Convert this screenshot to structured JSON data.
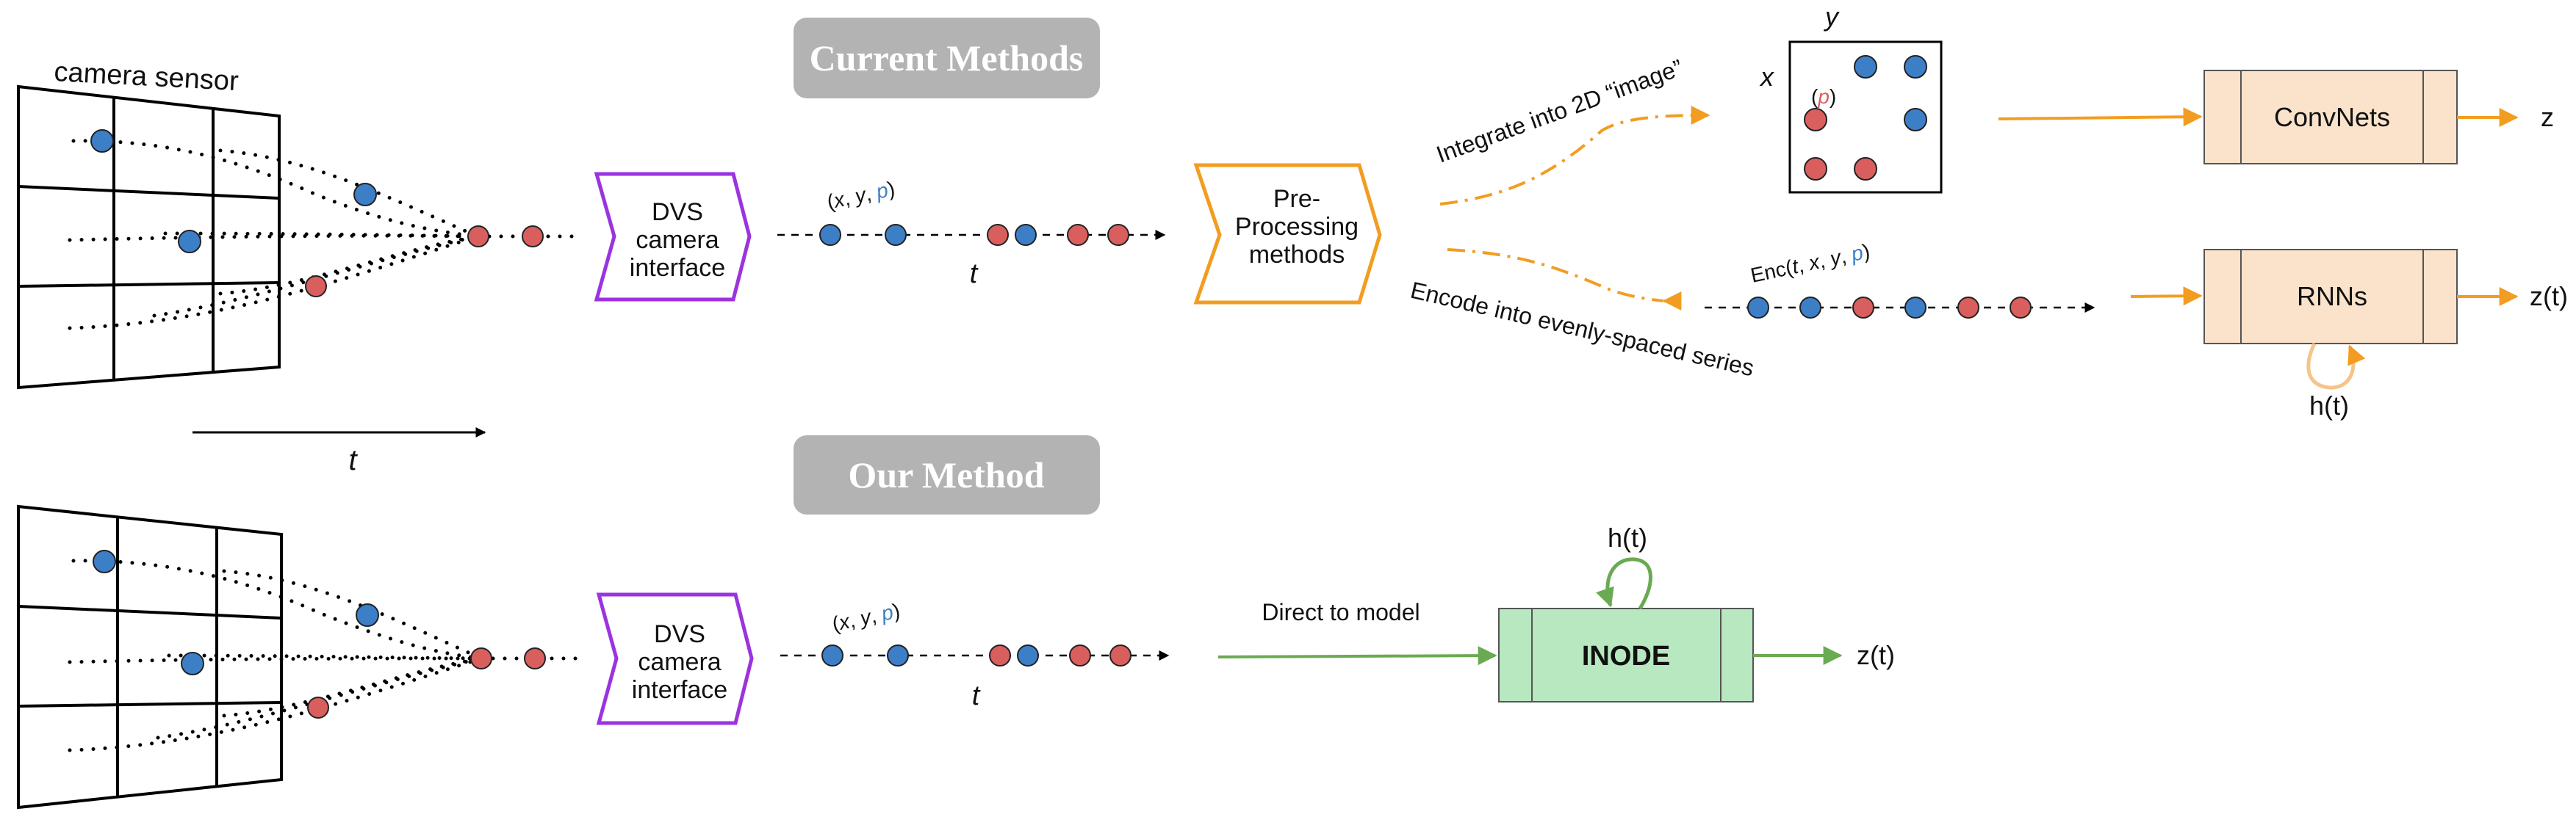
{
  "colors": {
    "blue": "#3d7fc7",
    "red": "#d95f5f",
    "orange": "#f29d21",
    "purple": "#9b33e0",
    "green": "#6aaa52",
    "green_fill": "#b7e8c0",
    "peach_fill": "#fbe3cb",
    "header_gray": "#b3b3b3"
  },
  "headers": {
    "current": "Current Methods",
    "ours": "Our Method"
  },
  "sensor": {
    "label": "camera sensor",
    "time_axis": "t"
  },
  "dvs": {
    "line1": "DVS",
    "line2": "camera",
    "line3": "interface"
  },
  "event_stream": {
    "label_open": "(",
    "label_x": "x",
    "label_sep1": ", ",
    "label_y": "y",
    "label_sep2": ", ",
    "label_p": "p",
    "label_close": ")",
    "time_label": "t",
    "sequence": [
      "blue",
      "blue",
      "red",
      "blue",
      "red",
      "red"
    ]
  },
  "preprocessing": {
    "line1": "Pre-",
    "line2": "Processing",
    "line3": "methods"
  },
  "integrate_label": "Integrate into 2D “image”",
  "encode_label": "Encode into evenly-spaced series",
  "image_grid": {
    "x_label": "x",
    "y_label": "y",
    "p_open": "(",
    "p_label": "p",
    "p_close": ")"
  },
  "encoded_series": {
    "label_prefix": "Enc(",
    "label_t": "t",
    "label_sep1": ", ",
    "label_x": "x",
    "label_sep2": ", ",
    "label_y": "y",
    "label_sep3": ", ",
    "label_p": "p",
    "label_close": ")",
    "sequence": [
      "blue",
      "blue",
      "red",
      "blue",
      "red",
      "red"
    ]
  },
  "convnets": {
    "label": "ConvNets",
    "output": "z"
  },
  "rnns": {
    "label": "RNNs",
    "output": "z(t)",
    "hidden": "h(t)"
  },
  "inode": {
    "direct_label": "Direct to model",
    "label": "INODE",
    "output": "z(t)",
    "hidden": "h(t)"
  }
}
